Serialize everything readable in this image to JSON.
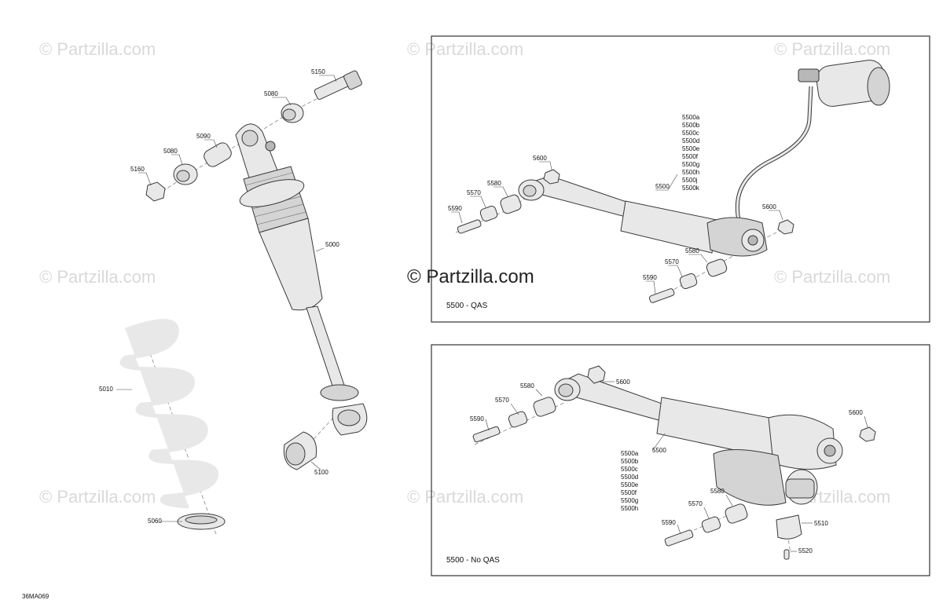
{
  "watermark": "© Partzilla.com",
  "watermark_main": "© Partzilla.com",
  "diagram_code": "36MA069",
  "main_assembly": {
    "labels": {
      "l5150": "5150",
      "l5080a": "5080",
      "l5090": "5090",
      "l5080b": "5080",
      "l5160": "5160",
      "l5000": "5000",
      "l5010": "5010",
      "l5100": "5100",
      "l5060": "5060"
    }
  },
  "qas_box": {
    "caption": "5500 - QAS",
    "labels": {
      "l5600a": "5600",
      "l5580a": "5580",
      "l5570a": "5570",
      "l5590a": "5590",
      "l5500": "5500",
      "l5600b": "5600",
      "l5580b": "5580",
      "l5570b": "5570",
      "l5590b": "5590"
    },
    "variants": [
      "5500a",
      "5500b",
      "5500c",
      "5500d",
      "5500e",
      "5500f",
      "5500g",
      "5500h",
      "5500j",
      "5500k"
    ]
  },
  "noqas_box": {
    "caption": "5500 - No QAS",
    "labels": {
      "l5600a": "5600",
      "l5580a": "5580",
      "l5570a": "5570",
      "l5590a": "5590",
      "l5500": "5500",
      "l5600b": "5600",
      "l5580b": "5580",
      "l5570b": "5570",
      "l5590b": "5590",
      "l5510": "5510",
      "l5520": "5520"
    },
    "variants": [
      "5500a",
      "5500b",
      "5500c",
      "5500d",
      "5500e",
      "5500f",
      "5500g",
      "5500h"
    ]
  }
}
